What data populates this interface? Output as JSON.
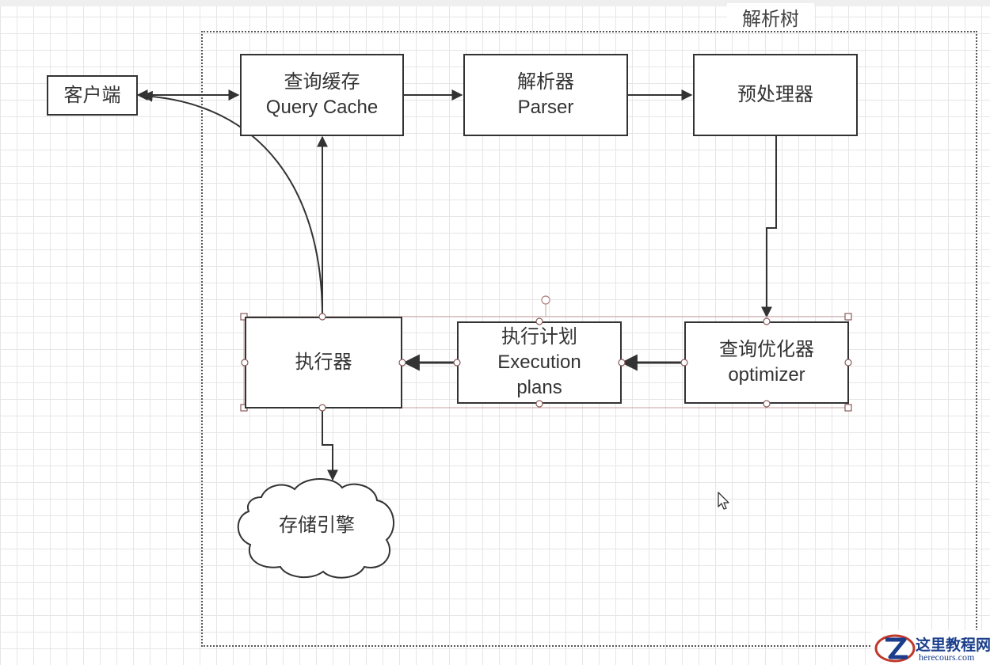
{
  "group": {
    "title": "解析树"
  },
  "nodes": {
    "client": {
      "label": "客户端"
    },
    "query_cache": {
      "line1": "查询缓存",
      "line2": "Query Cache"
    },
    "parser": {
      "line1": "解析器",
      "line2": "Parser"
    },
    "preprocessor": {
      "label": "预处理器"
    },
    "optimizer": {
      "line1": "查询优化器",
      "line2": "optimizer"
    },
    "execution_plans": {
      "line1": "执行计划",
      "line2": "Execution",
      "line3": "plans"
    },
    "executor": {
      "label": "执行器"
    },
    "storage_engine": {
      "label": "存储引擎"
    }
  },
  "watermark": {
    "cn": "这里教程网",
    "en": "herecours.com"
  },
  "colors": {
    "stroke": "#333333",
    "selection": "#c9a0a0"
  }
}
